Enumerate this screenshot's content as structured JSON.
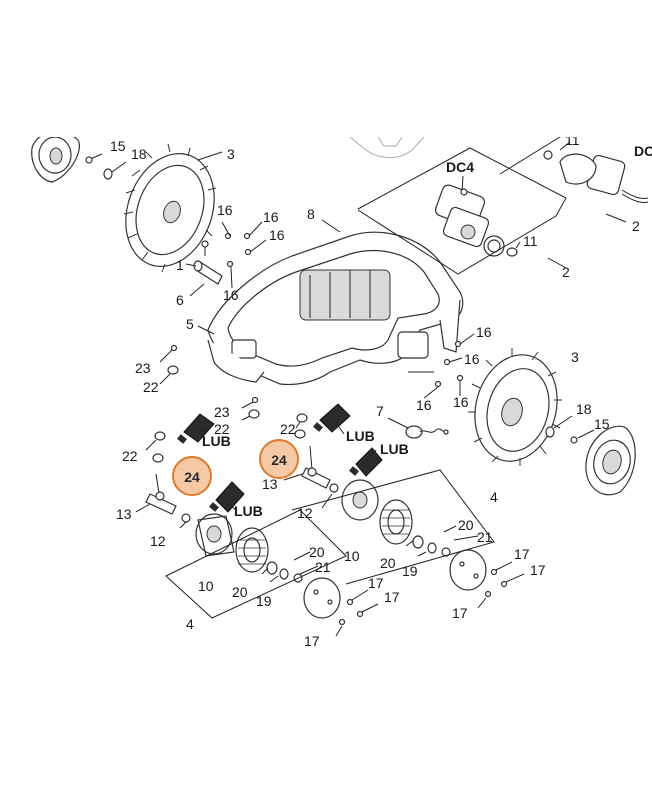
{
  "diagram": {
    "labels": {
      "l15a": "15",
      "l18a": "18",
      "l3a": "3",
      "l16a": "16",
      "l16b": "16",
      "l16c": "16",
      "l8": "8",
      "l1": "1",
      "l6": "6",
      "l16d": "16",
      "l5": "5",
      "l23a": "23",
      "l22a": "22",
      "l11a": "11",
      "dc4": "DC4",
      "l11b": "11",
      "l2a": "2",
      "dc": "DC",
      "l2b": "2",
      "l16e": "16",
      "l16f": "16",
      "l3b": "3",
      "l16g": "16",
      "l16h": "16",
      "l18b": "18",
      "l15b": "15",
      "l7": "7",
      "l23b": "23",
      "l22b": "22",
      "lub1": "LUB",
      "l22c": "22",
      "lub2": "LUB",
      "l22d": "22",
      "l13a": "13",
      "lub3": "LUB",
      "l13b": "13",
      "l12a": "12",
      "l12b": "12",
      "lub4": "LUB",
      "l4a": "4",
      "l20a": "20",
      "l21a": "21",
      "l10a": "10",
      "l20b": "20",
      "l19a": "19",
      "l17a": "17",
      "l17b": "17",
      "l17c": "17",
      "l10b": "10",
      "l20c": "20",
      "l21b": "21",
      "l20d": "20",
      "l19b": "19",
      "l17d": "17",
      "l17e": "17",
      "l4b": "4",
      "l17f": "17"
    },
    "callouts": {
      "c1": "24",
      "c2": "24"
    },
    "colors": {
      "callout_fill": "#f5c9a5",
      "callout_stroke": "#e07a2a",
      "lines": "#222222"
    }
  }
}
